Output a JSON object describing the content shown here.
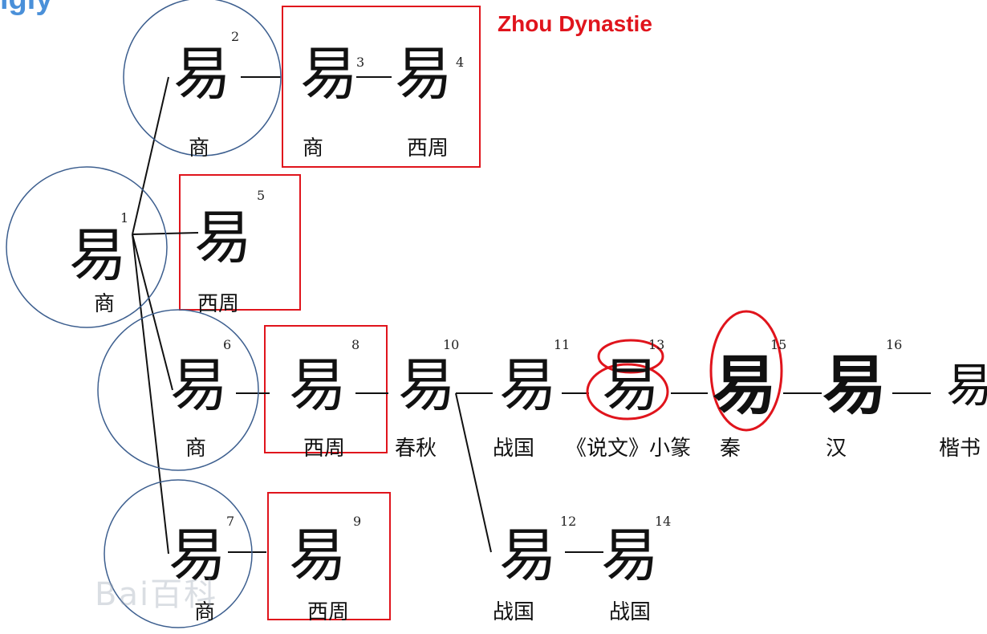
{
  "title_partial": "igiy",
  "heading": "Zhou Dynastie",
  "colors": {
    "circle": "#3d5f8f",
    "box": "#e0141c",
    "red_oval": "#e0141c",
    "heading": "#e0141c",
    "title": "#4a90d9",
    "line": "#111111"
  },
  "nodes": [
    {
      "id": 1,
      "glyph": "易",
      "label": "商"
    },
    {
      "id": 2,
      "glyph": "易",
      "label": "商"
    },
    {
      "id": 3,
      "glyph": "易",
      "label": "商"
    },
    {
      "id": 4,
      "glyph": "易",
      "label": "西周"
    },
    {
      "id": 5,
      "glyph": "易",
      "label": "西周"
    },
    {
      "id": 6,
      "glyph": "易",
      "label": "商"
    },
    {
      "id": 7,
      "glyph": "易",
      "label": "商"
    },
    {
      "id": 8,
      "glyph": "易",
      "label": "西周"
    },
    {
      "id": 9,
      "glyph": "易",
      "label": "西周"
    },
    {
      "id": 10,
      "glyph": "易",
      "label": "春秋"
    },
    {
      "id": 11,
      "glyph": "易",
      "label": "战国"
    },
    {
      "id": 12,
      "glyph": "易",
      "label": "战国"
    },
    {
      "id": 13,
      "glyph": "易",
      "label": "《说文》小篆"
    },
    {
      "id": 14,
      "glyph": "易",
      "label": "战国"
    },
    {
      "id": 15,
      "glyph": "易",
      "label": "秦"
    },
    {
      "id": 16,
      "glyph": "易",
      "label": "汉"
    },
    {
      "id": 17,
      "glyph": "易",
      "label": "楷书"
    }
  ],
  "numbers": [
    "1",
    "2",
    "3",
    "4",
    "5",
    "6",
    "7",
    "8",
    "9",
    "10",
    "11",
    "12",
    "13",
    "14",
    "15",
    "16"
  ],
  "watermark": "Bai百科"
}
